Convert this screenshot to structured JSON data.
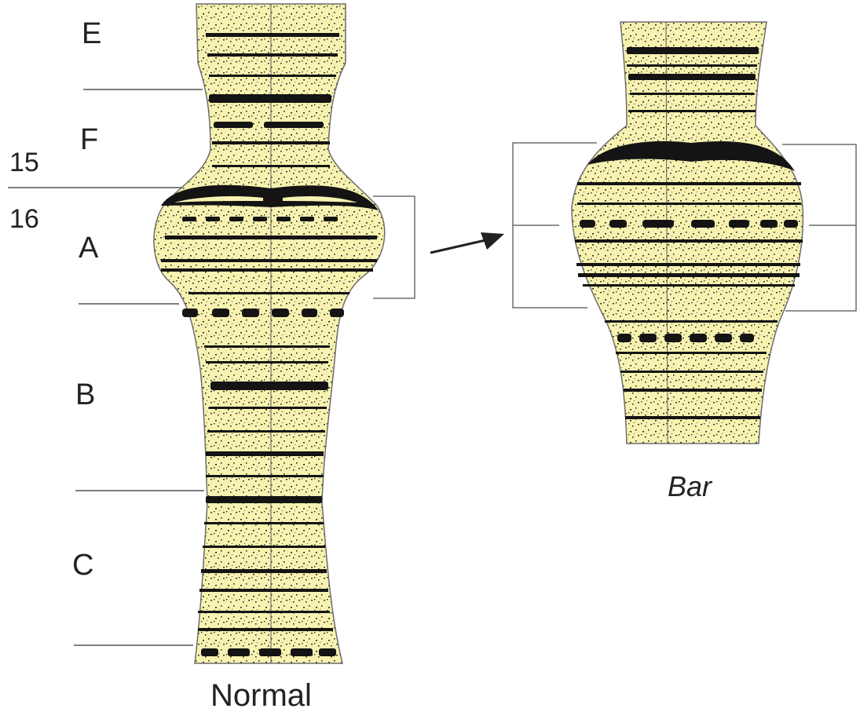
{
  "left_labels": {
    "e": "E",
    "f": "F",
    "num15": "15",
    "num16": "16",
    "a": "A",
    "b": "B",
    "c": "C"
  },
  "normal_caption": "Normal",
  "bar_caption": "Bar",
  "colors": {
    "chromosome_fill": "#f7f2b0",
    "band": "#141414",
    "outline": "#6d6d6d",
    "rule": "#555555"
  }
}
